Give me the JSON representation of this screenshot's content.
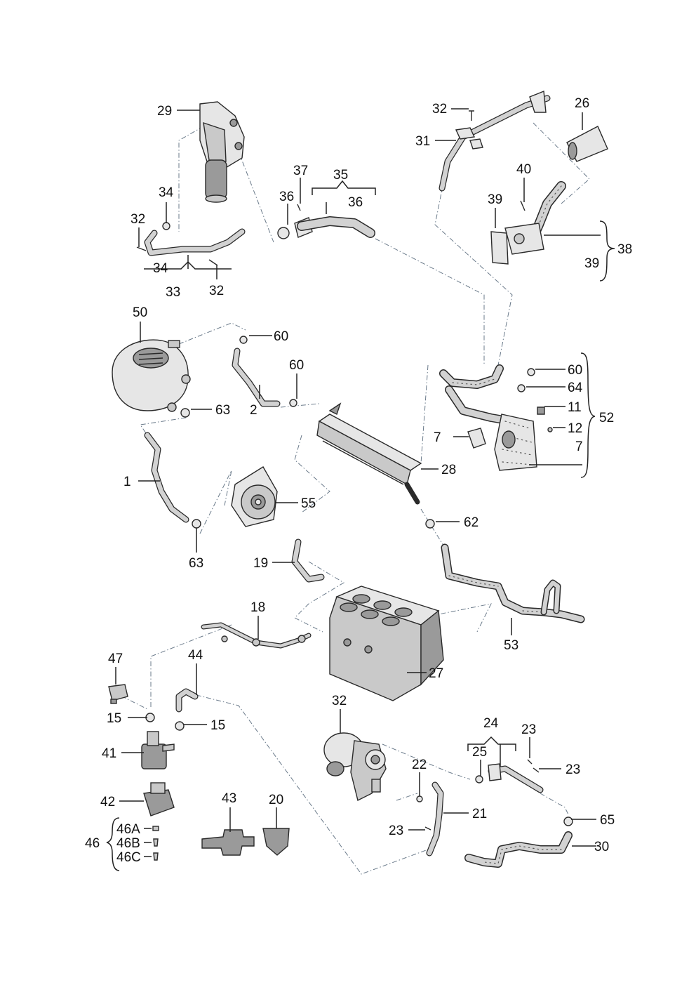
{
  "labels": {
    "l29": "29",
    "l34a": "34",
    "l32a": "32",
    "l34b": "34",
    "l33": "33",
    "l32b": "32",
    "l37": "37",
    "l35": "35",
    "l36a": "36",
    "l36b": "36",
    "l32c": "32",
    "l31": "31",
    "l26": "26",
    "l40": "40",
    "l39a": "39",
    "l38": "38",
    "l39b": "39",
    "l50": "50",
    "l60a": "60",
    "l60b": "60",
    "l2": "2",
    "l63a": "63",
    "l60c": "60",
    "l64": "64",
    "l11": "11",
    "l52": "52",
    "l7a": "7",
    "l12": "12",
    "l7b": "7",
    "l28": "28",
    "l1": "1",
    "l55": "55",
    "l62": "62",
    "l63b": "63",
    "l19": "19",
    "l18": "18",
    "l53": "53",
    "l27": "27",
    "l47": "47",
    "l44": "44",
    "l15a": "15",
    "l15b": "15",
    "l41": "41",
    "l32d": "32",
    "l24": "24",
    "l23a": "23",
    "l25": "25",
    "l22": "22",
    "l23b": "23",
    "l42": "42",
    "l43": "43",
    "l20": "20",
    "l21": "21",
    "l65": "65",
    "l46": "46",
    "l46a": "46A",
    "l46b": "46B",
    "l46c": "46C",
    "l23c": "23",
    "l30": "30"
  }
}
